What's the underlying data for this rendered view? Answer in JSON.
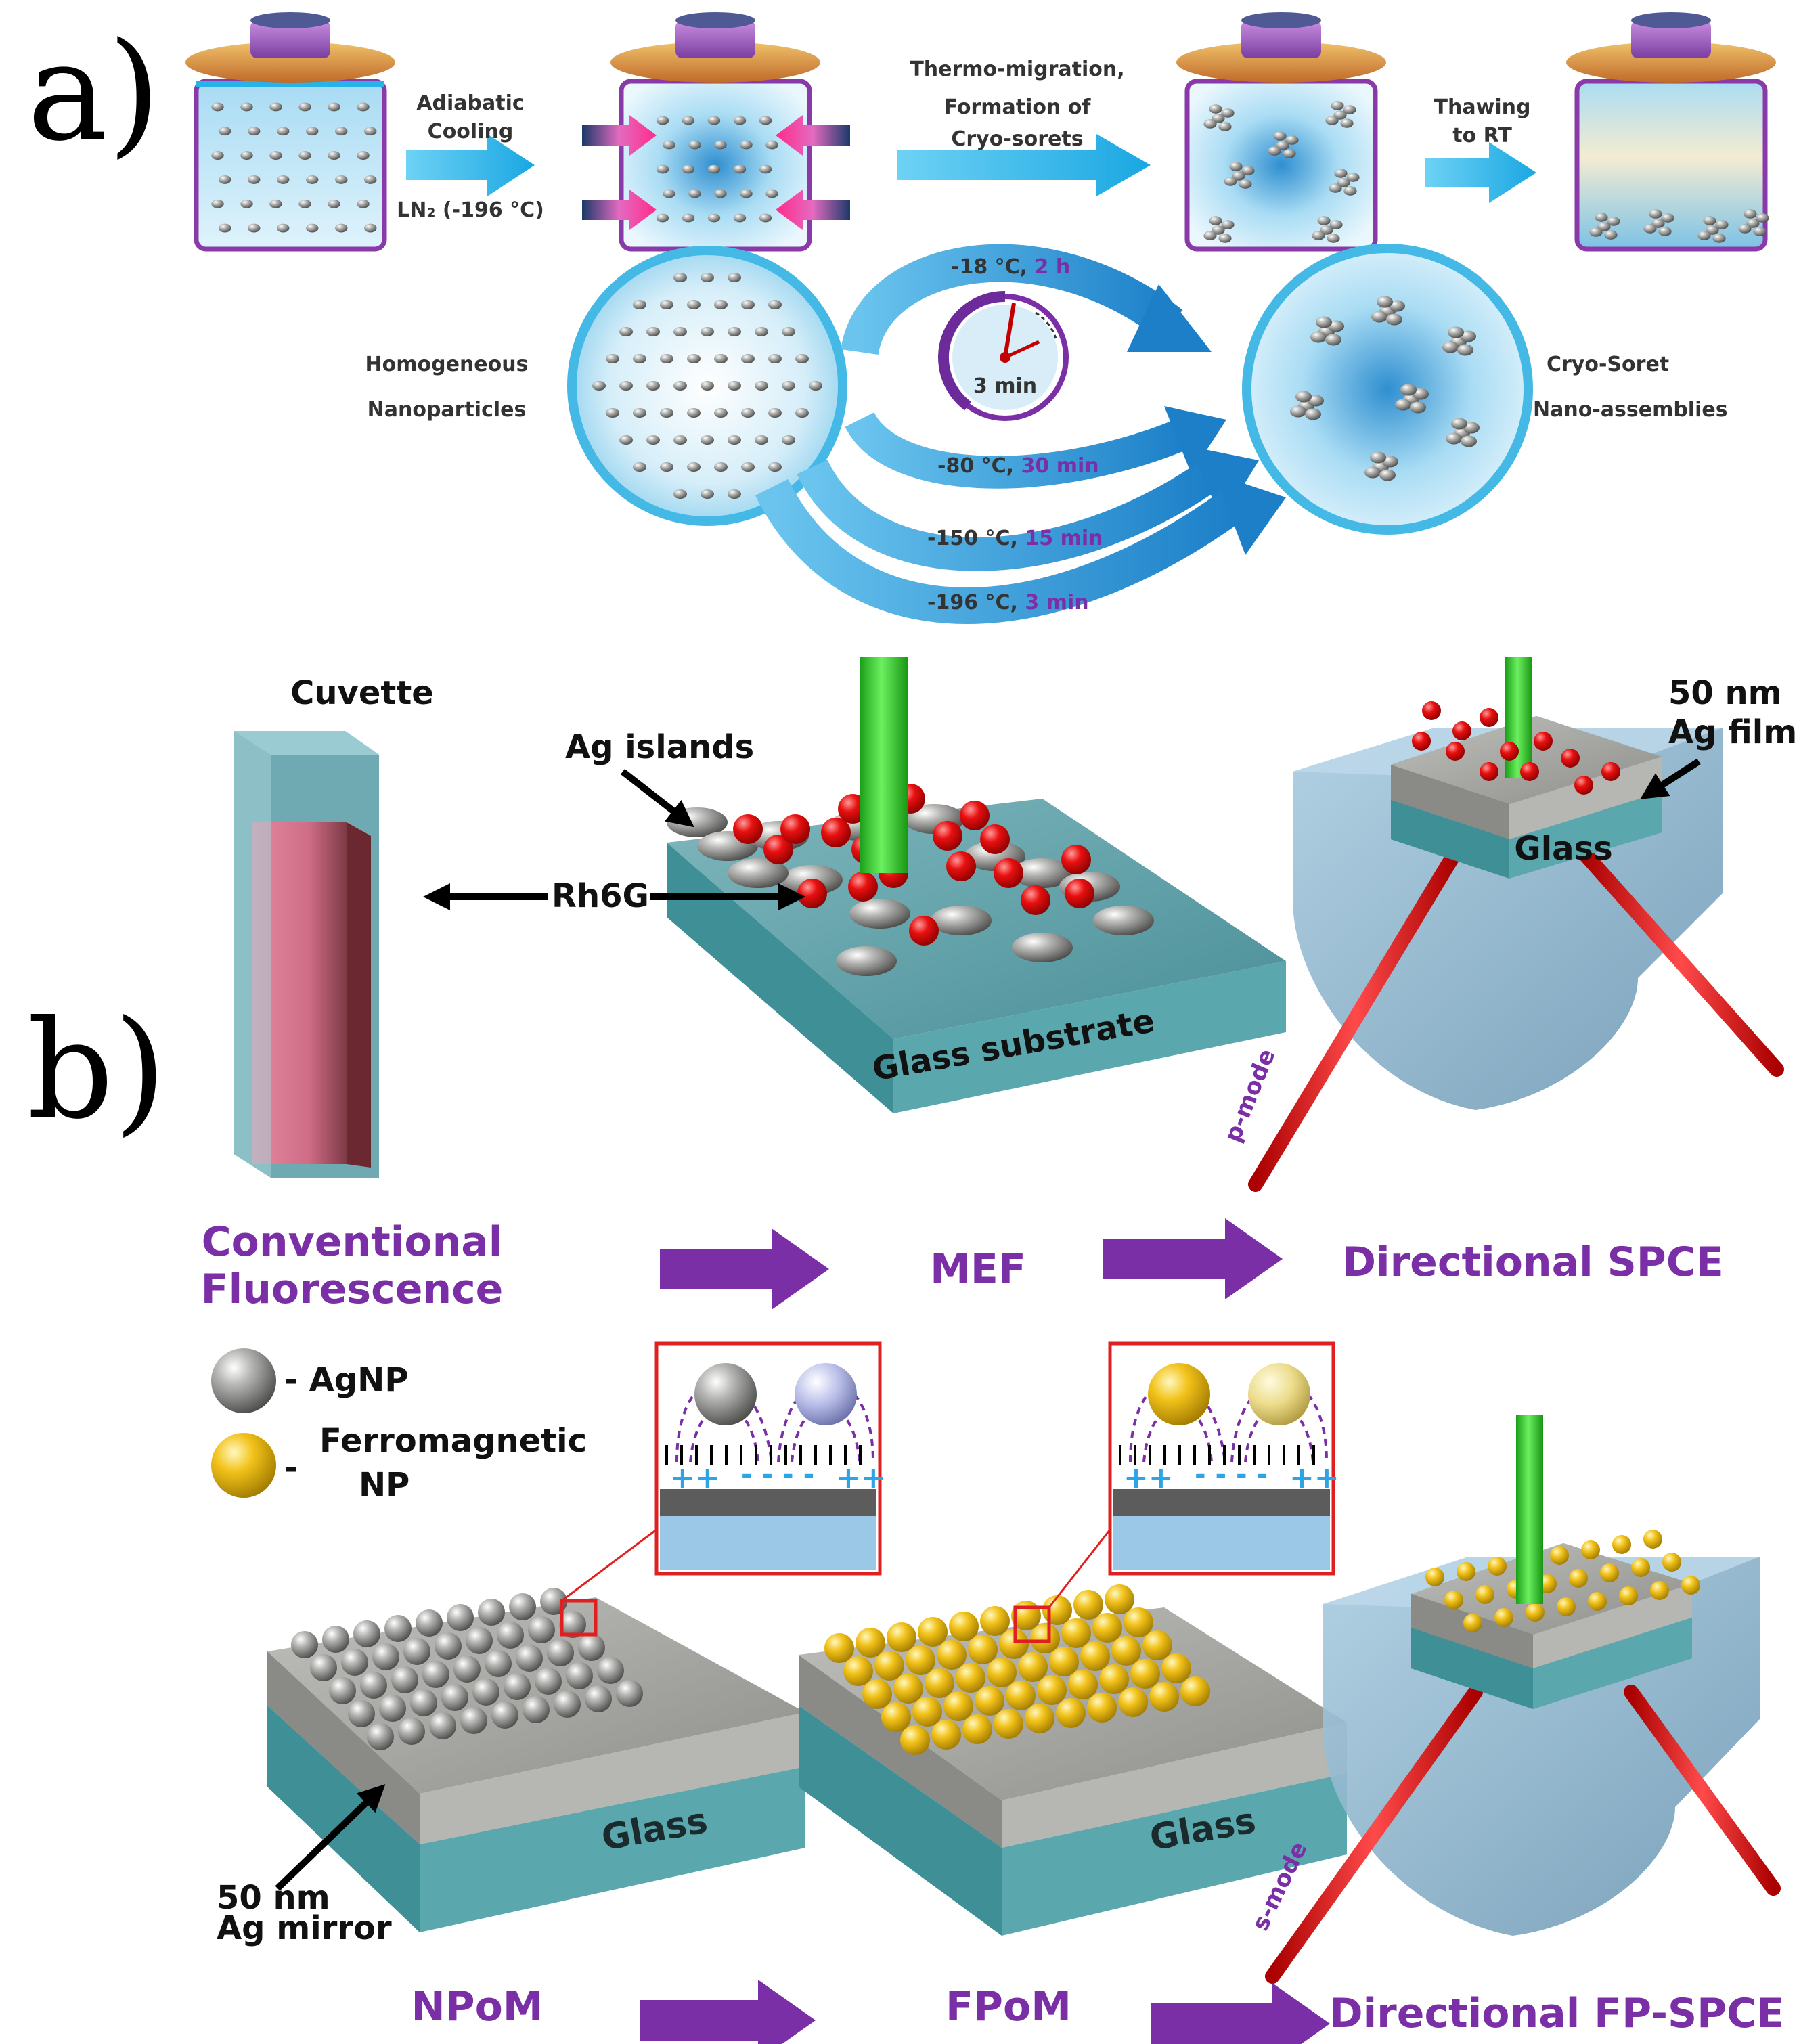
{
  "panel_a": {
    "letter": "a)",
    "arrow1_line1": "Adiabatic",
    "arrow1_line2": "Cooling",
    "arrow1_line3": "LN₂ (-196 °C)",
    "arrow2_line1": "Thermo-migration,",
    "arrow2_line2": "Formation of",
    "arrow2_line3": "Cryo-sorets",
    "arrow3_line1": "Thawing",
    "arrow3_line2": "to RT",
    "left_label_1": "Homogeneous",
    "left_label_2": "Nanoparticles",
    "right_label_1": "Cryo-Soret",
    "right_label_2": "Nano-assemblies",
    "clock_label": "3 min",
    "routes": [
      {
        "temp": "-18 °C, ",
        "time": "2 h"
      },
      {
        "temp": "-80 °C, ",
        "time": "30 min"
      },
      {
        "temp": "-150 °C, ",
        "time": "15 min"
      },
      {
        "temp": "-196 °C, ",
        "time": "3 min"
      }
    ]
  },
  "panel_b": {
    "letter": "b)",
    "cuvette": "Cuvette",
    "ag_islands": "Ag islands",
    "rh6g": "Rh6G",
    "glass_substrate": "Glass substrate",
    "ag_film_line1": "50 nm",
    "ag_film_line2": "Ag film",
    "glass": "Glass",
    "p_mode": "p-mode",
    "s_mode": "s-mode",
    "conventional_line1": "Conventional",
    "conventional_line2": "Fluorescence",
    "mef": "MEF",
    "directional_spce": "Directional SPCE",
    "legend_agnp": "- AgNP",
    "legend_ferro_dash": "-",
    "legend_ferro_line1": "Ferromagnetic",
    "legend_ferro_line2": "NP",
    "inset_plus": "++",
    "inset_minus": "- - - -",
    "ag_mirror_line1": "50 nm",
    "ag_mirror_line2": "Ag mirror",
    "npom": "NPoM",
    "fpom": "FPoM",
    "directional_fp_spce": "Directional FP-SPCE"
  },
  "colors": {
    "cyan_arrow": "#2bb5e8",
    "purple": "#7b2fa6",
    "jar_outline": "#8a3aa8",
    "glass_teal": "#3f8f97",
    "silver": "#9a9a98",
    "gold": "#f2c21a",
    "red_dye": "#e01010",
    "laser_green": "#22c21d",
    "laser_red": "#e01b1b"
  }
}
